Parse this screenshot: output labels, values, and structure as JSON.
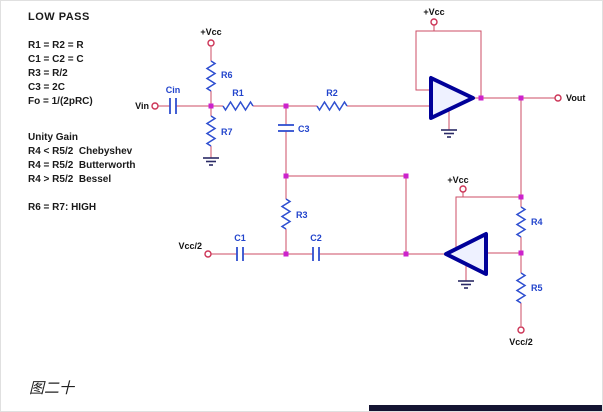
{
  "notes": {
    "title": "LOW PASS",
    "equations": [
      "R1 = R2 = R",
      "C1 = C2 = C",
      "R3 = R/2",
      "C3 = 2C",
      "Fo = 1/(2pRC)"
    ],
    "gain_title": "Unity Gain",
    "gain_lines": [
      "R4 < R5/2  Chebyshev",
      "R4 = R5/2  Butterworth",
      "R4 > R5/2  Bessel"
    ],
    "bias_note": "R6 = R7: HIGH"
  },
  "caption": "图二十",
  "labels": {
    "vin": "Vin",
    "vout": "Vout",
    "vcc": "+Vcc",
    "vcc2": "Vcc/2",
    "cin": "Cin",
    "r1": "R1",
    "r2": "R2",
    "r3": "R3",
    "r4": "R4",
    "r5": "R5",
    "r6": "R6",
    "r7": "R7",
    "c1": "C1",
    "c2": "C2",
    "c3": "C3"
  },
  "colors": {
    "wire": "#cc4e66",
    "component": "#2f4fd0",
    "junction": "#cc22cc",
    "opamp_border": "#000099",
    "terminal": "#cc3355",
    "component_label": "#2244cc",
    "text": "#1a1a1a"
  }
}
